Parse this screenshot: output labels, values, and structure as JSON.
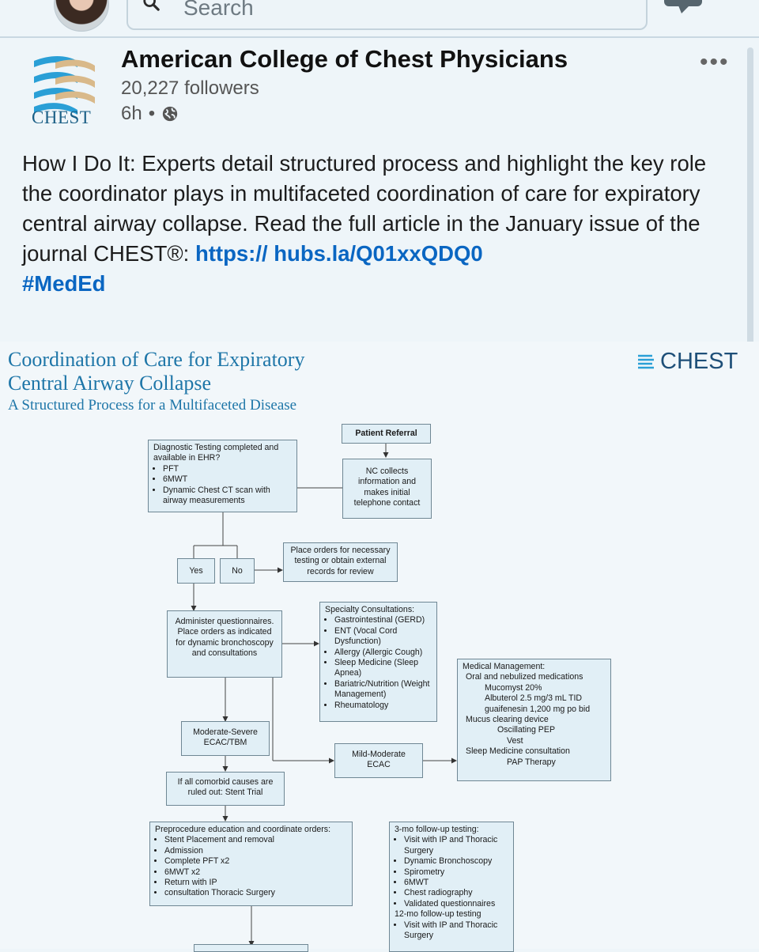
{
  "search": {
    "placeholder": "Search"
  },
  "post": {
    "logo_text": "CHEST",
    "org_name": "American College of Chest Physicians",
    "followers": "20,227 followers",
    "time": "6h",
    "separator": "•",
    "text": "How I Do It: Experts detail structured process and highlight the key role the coordinator plays in multifaceted coordination of care for expiratory central airway collapse. Read the full article in the January issue of the journal CHEST®: ",
    "link": "https:// hubs.la/Q01xxQDQ0",
    "hashtag": "#MedEd"
  },
  "figure": {
    "title": "Coordination of Care for Expiratory Central Airway Collapse",
    "subtitle": "A Structured Process for a Multifaceted Disease",
    "brand": "CHEST",
    "patient_referral": "Patient Referral",
    "diagnostic": {
      "heading": "Diagnostic Testing completed and available in EHR?",
      "items": [
        "PFT",
        "6MWT",
        "Dynamic Chest CT scan with airway measurements"
      ]
    },
    "nc_collects": "NC collects information and makes initial telephone contact",
    "yes": "Yes",
    "no": "No",
    "place_orders": "Place orders for necessary testing or obtain external records for review",
    "administer": "Administer questionnaires. Place orders as indicated for dynamic bronchoscopy and consultations",
    "specialty": {
      "heading": "Specialty Consultations:",
      "items": [
        "Gastrointestinal (GERD)",
        "ENT (Vocal Cord Dysfunction)",
        "Allergy (Allergic Cough)",
        "Sleep Medicine (Sleep Apnea)",
        "Bariatric/Nutrition (Weight Management)",
        "Rheumatology"
      ]
    },
    "medical": {
      "heading": "Medical Management:",
      "line1": "Oral and nebulized medications",
      "line2": "Mucomyst 20%",
      "line3": "Albuterol 2.5 mg/3 mL TID",
      "line4": "guaifenesin 1,200 mg po bid",
      "line5": "Mucus clearing device",
      "line6": "Oscillating PEP",
      "line7": "Vest",
      "line8": "Sleep Medicine consultation",
      "line9": "PAP Therapy"
    },
    "moderate_severe": "Moderate-Severe ECAC/TBM",
    "mild_moderate": "Mild-Moderate ECAC",
    "stent_trial": "If all comorbid causes are ruled out: Stent Trial",
    "preprocedure": {
      "heading": "Preprocedure education and coordinate orders:",
      "items": [
        "Stent Placement and removal",
        "Admission",
        "Complete PFT x2",
        "6MWT x2",
        "Return with IP",
        "consultation Thoracic Surgery"
      ]
    },
    "followup": {
      "heading": "3-mo follow-up testing:",
      "items": [
        "Visit with IP and Thoracic Surgery",
        "Dynamic Bronchoscopy",
        "Spirometry",
        "6MWT",
        "Chest radiography",
        "Validated questionnaires"
      ],
      "heading2": "12-mo follow-up testing",
      "items2": [
        "Visit with IP and Thoracic Surgery"
      ]
    }
  },
  "colors": {
    "link": "#0a66c2",
    "figure_title": "#1e76a8",
    "box_fill": "#e1eff6"
  },
  "icons": [
    "search-icon",
    "messaging-icon",
    "globe-icon",
    "more-icon",
    "chest-logo"
  ]
}
